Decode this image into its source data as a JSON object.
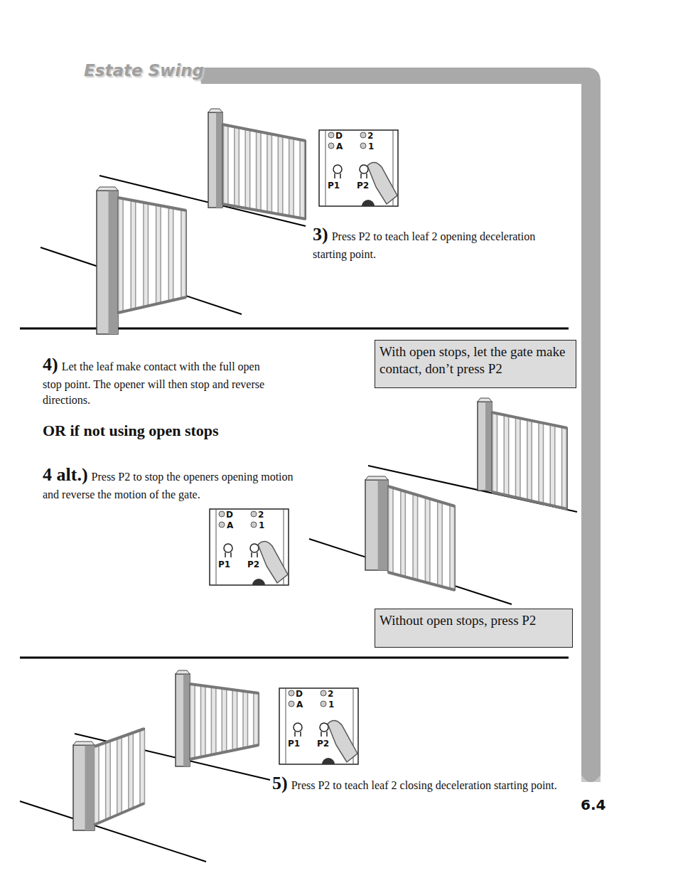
{
  "diagram": {
    "title": "Estate Swing",
    "nodes": [
      {
        "text": [
          "With open stops, let the gate make contact, don’t press P2"
        ]
      },
      {
        "text": [
          "Without open stops, press P2"
        ]
      }
    ],
    "labels": [
      "D",
      "2",
      "A",
      "1",
      "P1",
      "P2",
      "3)",
      "Press P2 to teach leaf 2 opening deceleration starting point.",
      "4)",
      "Let the leaf make contact with the full open stop point. The opener will then stop and reverse directions.",
      "OR if not using open stops",
      "4 alt.)",
      "Press P2 to stop the openers opening motion and reverse the  motion of the gate.",
      "D",
      "2",
      "A",
      "1",
      "P1",
      "P2",
      "D",
      "2",
      "A",
      "1",
      "P1",
      "P2",
      "5)",
      "Press P2 to teach leaf 2 closing deceleration starting point.",
      "6.4"
    ]
  }
}
